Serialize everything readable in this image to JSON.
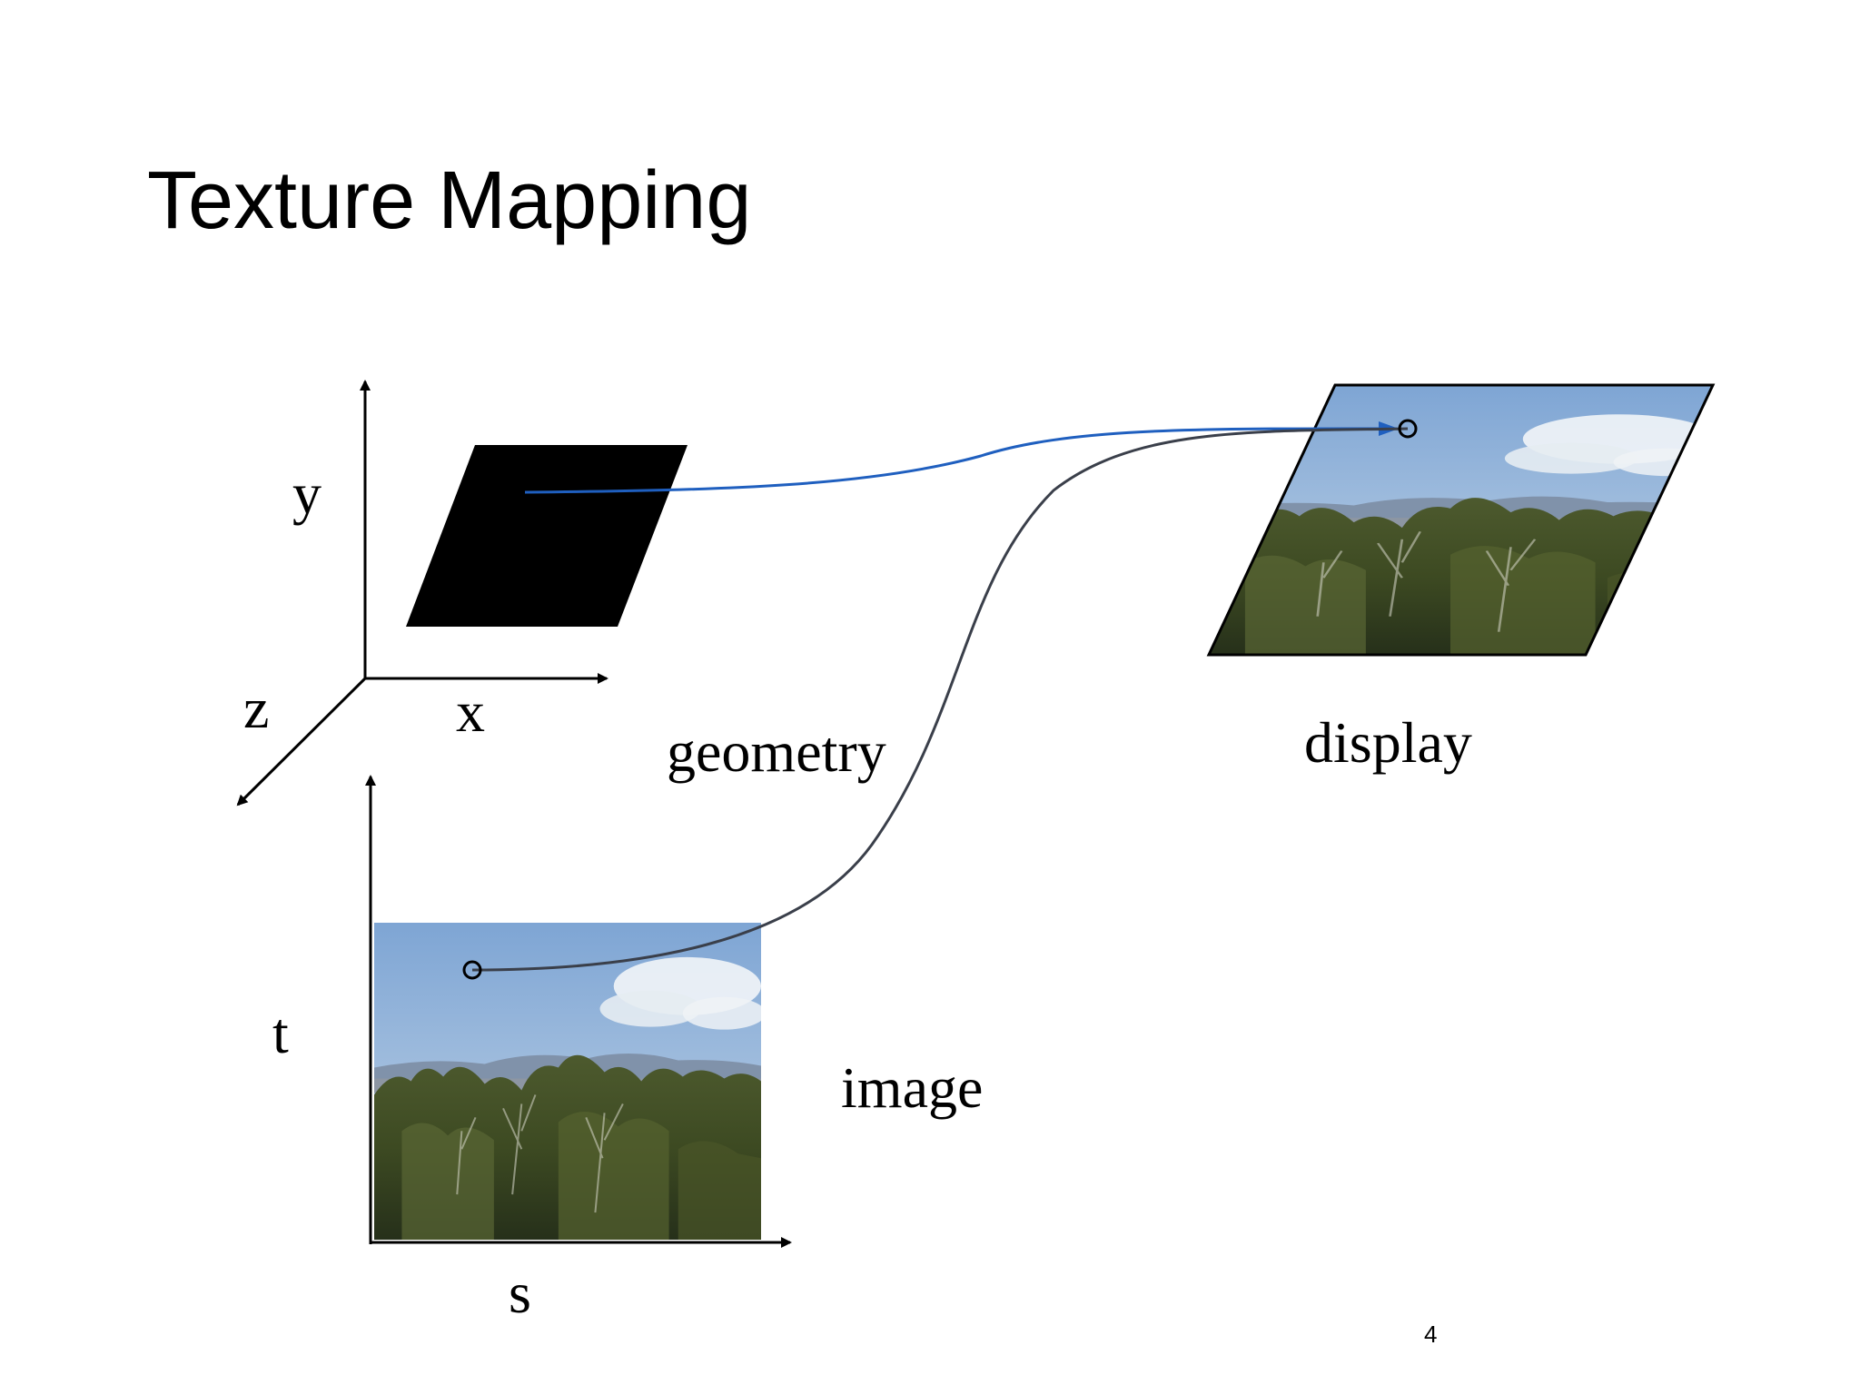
{
  "slide": {
    "title": "Texture Mapping",
    "page_number": "4"
  },
  "geometry_frame": {
    "axis_labels": {
      "x": "x",
      "y": "y",
      "z": "z"
    },
    "caption": "geometry"
  },
  "image_frame": {
    "axis_labels": {
      "s": "s",
      "t": "t"
    },
    "caption": "image"
  },
  "display_frame": {
    "caption": "display"
  },
  "colors": {
    "background": "#ffffff",
    "text": "#000000",
    "geometry_fill": "#000000",
    "geometry_to_display_arrow": "#1f5fbf",
    "image_to_display_curve": "#3a3f4a"
  },
  "icons": [
    "landscape-photo",
    "sample-point-circle"
  ]
}
